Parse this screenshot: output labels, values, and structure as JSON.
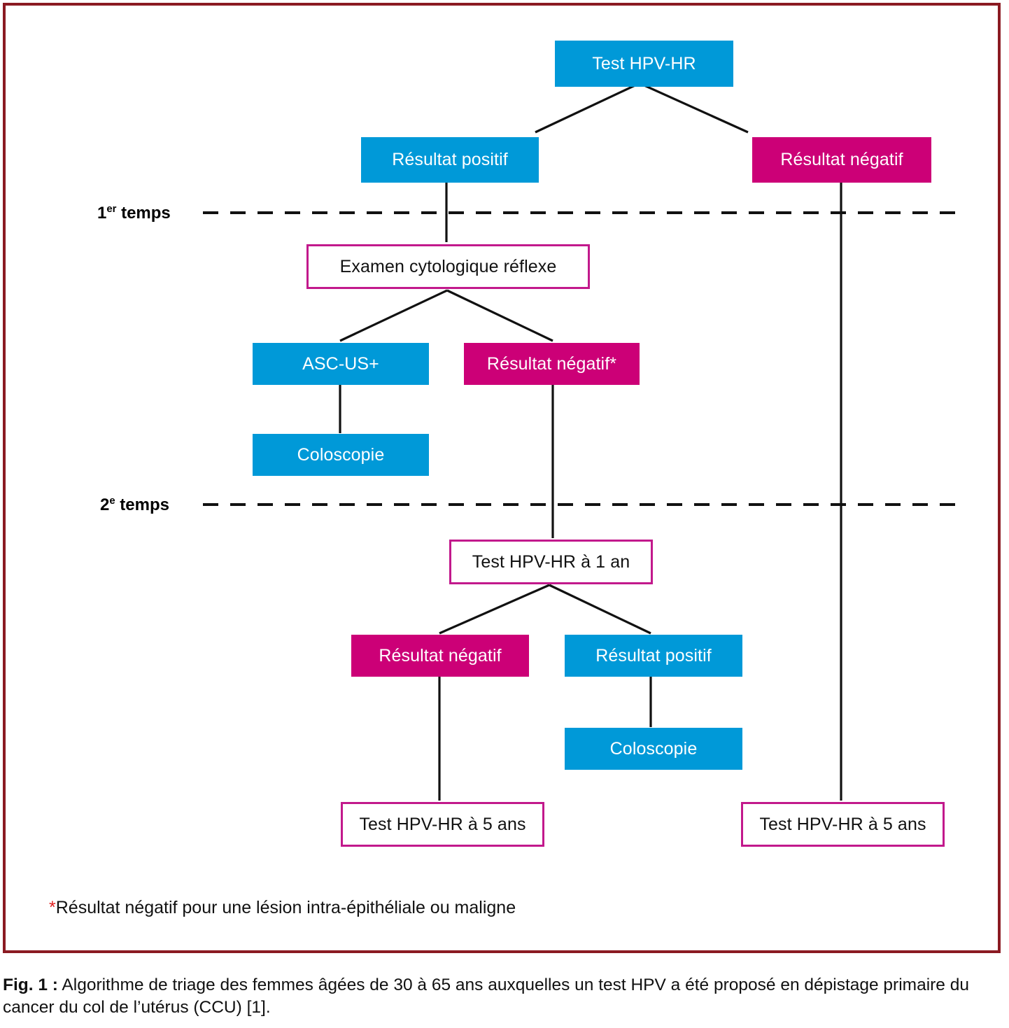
{
  "figure": {
    "frame_color": "#8B1A22",
    "colors": {
      "blue": "#0099D8",
      "magenta": "#CC0077",
      "outline_magenta": "#C2198C",
      "asterisk_red": "#E02020"
    }
  },
  "nodes": {
    "root_test": "Test HPV-HR",
    "positive_1": "Résultat positif",
    "negative_1": "Résultat négatif",
    "cytology": "Examen cytologique réflexe",
    "ascus": "ASC-US+",
    "cyto_negative": "Résultat négatif*",
    "colposcopy_1": "Coloscopie",
    "hpv_1an": "Test HPV-HR à 1 an",
    "negative_2": "Résultat négatif",
    "positive_2": "Résultat positif",
    "colposcopy_2": "Coloscopie",
    "hpv_5ans_left": "Test HPV-HR à 5 ans",
    "hpv_5ans_right": "Test HPV-HR à 5 ans"
  },
  "phases": {
    "first_prefix": "1",
    "first_sup": "er",
    "first_suffix": " temps",
    "second_prefix": "2",
    "second_sup": "e",
    "second_suffix": " temps"
  },
  "footnote": {
    "star": "*",
    "text": "Résultat négatif pour une lésion intra-épithéliale ou maligne"
  },
  "caption": {
    "label": "Fig. 1 :",
    "text": " Algorithme de triage des femmes âgées de 30 à 65 ans auxquelles un test HPV a été proposé en dépistage primaire du cancer du col de l’utérus (CCU) [1]."
  }
}
